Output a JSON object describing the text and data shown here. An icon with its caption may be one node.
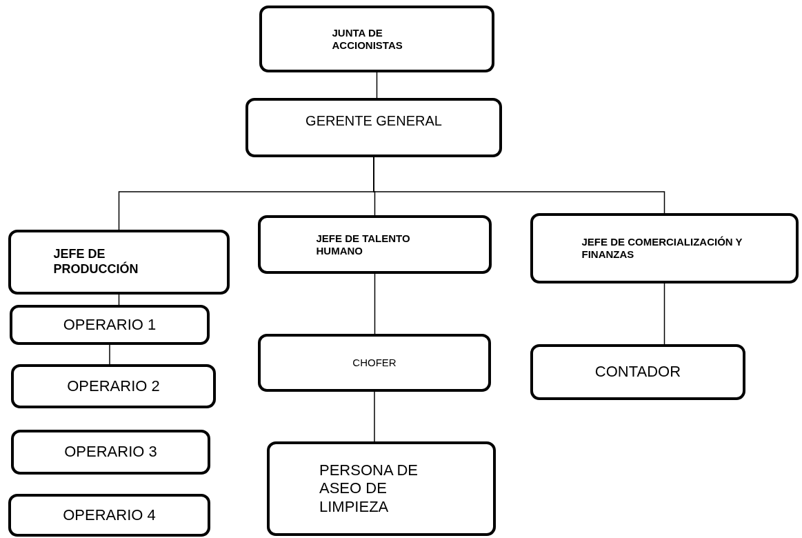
{
  "diagram": {
    "nodes": [
      {
        "text": [
          "JUNTA DE ACCIONISTAS"
        ]
      },
      {
        "text": [
          "GERENTE GENERAL"
        ]
      },
      {
        "text": [
          "JEFE DE PRODUCCIÓN"
        ]
      },
      {
        "text": [
          "JEFE DE TALENTO HUMANO"
        ]
      },
      {
        "text": [
          "JEFE DE COMERCIALIZACIÓN Y FINANZAS"
        ]
      },
      {
        "text": [
          "OPERARIO 1"
        ]
      },
      {
        "text": [
          "OPERARIO 2"
        ]
      },
      {
        "text": [
          "OPERARIO 3"
        ]
      },
      {
        "text": [
          "OPERARIO 4"
        ]
      },
      {
        "text": [
          "CHOFER"
        ]
      },
      {
        "text": [
          "PERSONA DE ASEO DE LIMPIEZA"
        ]
      },
      {
        "text": [
          "CONTADOR"
        ]
      }
    ],
    "edges": [
      {
        "from": 0,
        "to": 1,
        "arrow": "none"
      },
      {
        "from": 1,
        "to": 2,
        "arrow": "none"
      },
      {
        "from": 1,
        "to": 3,
        "arrow": "none"
      },
      {
        "from": 1,
        "to": 4,
        "arrow": "none"
      },
      {
        "from": 2,
        "to": 5,
        "arrow": "none"
      },
      {
        "from": 5,
        "to": 6,
        "arrow": "none"
      },
      {
        "from": 3,
        "to": 9,
        "arrow": "none"
      },
      {
        "from": 9,
        "to": 10,
        "arrow": "none"
      },
      {
        "from": 4,
        "to": 11,
        "arrow": "none"
      }
    ]
  }
}
